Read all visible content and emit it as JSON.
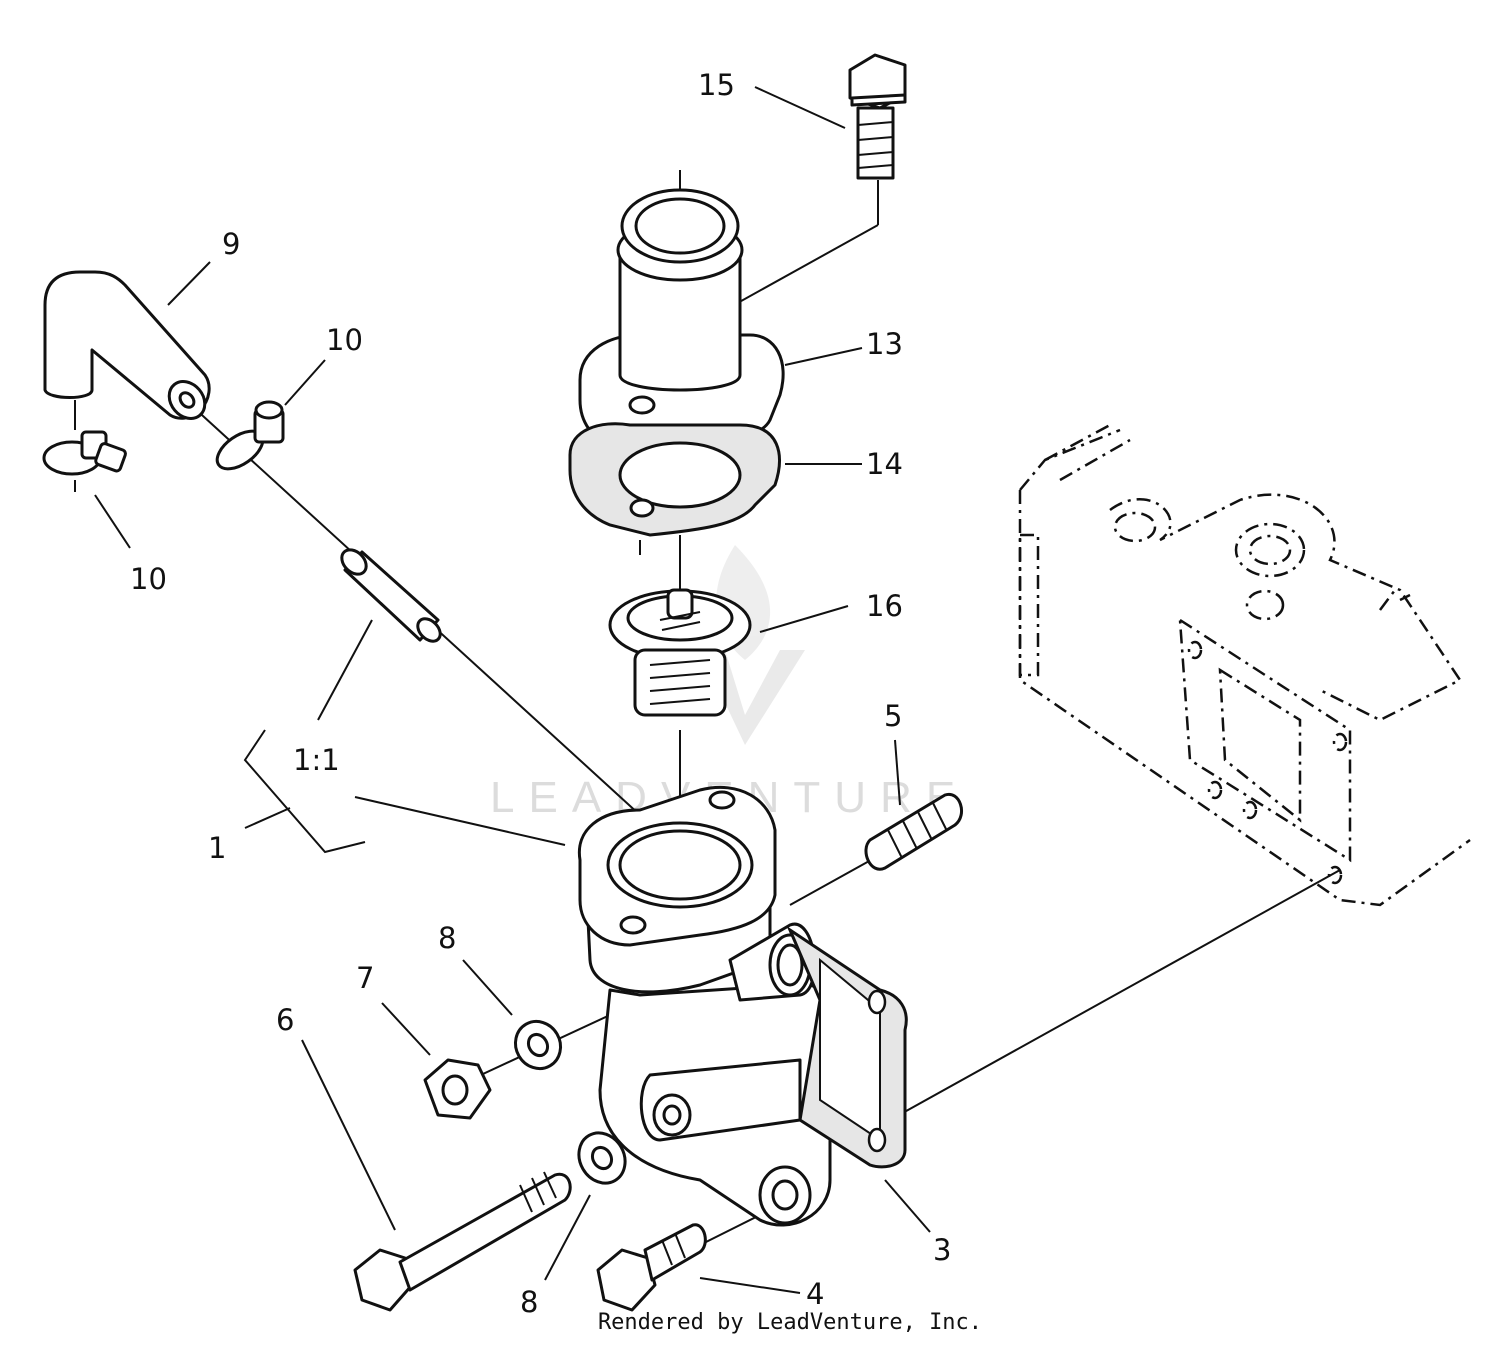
{
  "callouts": [
    {
      "id": "15",
      "label": "15"
    },
    {
      "id": "9",
      "label": "9"
    },
    {
      "id": "10a",
      "label": "10"
    },
    {
      "id": "13",
      "label": "13"
    },
    {
      "id": "14",
      "label": "14"
    },
    {
      "id": "10b",
      "label": "10"
    },
    {
      "id": "16",
      "label": "16"
    },
    {
      "id": "5",
      "label": "5"
    },
    {
      "id": "11",
      "label": "1:1"
    },
    {
      "id": "1",
      "label": "1"
    },
    {
      "id": "8a",
      "label": "8"
    },
    {
      "id": "7",
      "label": "7"
    },
    {
      "id": "6",
      "label": "6"
    },
    {
      "id": "3",
      "label": "3"
    },
    {
      "id": "4",
      "label": "4"
    },
    {
      "id": "8b",
      "label": "8"
    }
  ],
  "watermark": "LEADVENTURE",
  "footer": "Rendered by LeadVenture, Inc."
}
